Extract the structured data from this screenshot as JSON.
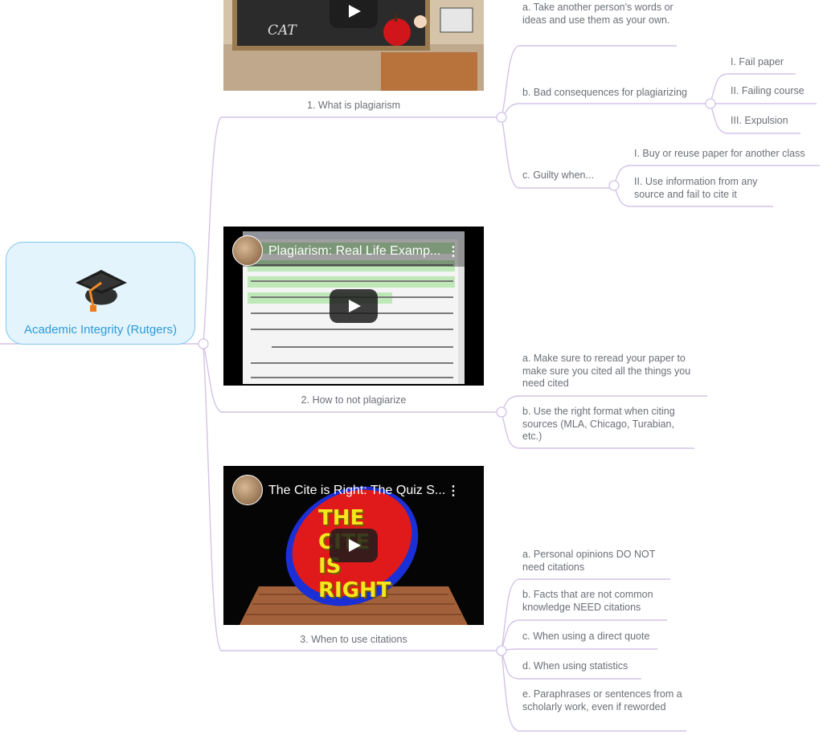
{
  "root": {
    "title": "Academic Integrity (Rutgers)",
    "icon": "graduation-cap-icon"
  },
  "videos": [
    {
      "title": "",
      "chalk_text": "CAT",
      "caption": "1. What is plagiarism"
    },
    {
      "title": "Plagiarism: Real Life Examp...",
      "caption": "2. How to not plagiarize"
    },
    {
      "title": "The Cite is Right: The Quiz S...",
      "art_text": [
        "THE",
        "CITE",
        "IS",
        "RIGHT"
      ],
      "caption": "3. When to use citations"
    }
  ],
  "branches": {
    "b1": {
      "a": "a. Take another person's words or ideas and use them as your own.",
      "b": "b. Bad consequences for plagiarizing",
      "b_children": [
        "I. Fail paper",
        "II. Failing course",
        "III. Expulsion"
      ],
      "c": "c. Guilty when...",
      "c_children": [
        "I. Buy or reuse paper for another class",
        "II. Use information from any source and fail to cite it"
      ]
    },
    "b2": {
      "a": "a. Make sure to reread your paper to make sure you cited all the things you need cited",
      "b": "b. Use the right format when citing sources (MLA, Chicago, Turabian, etc.)"
    },
    "b3": {
      "items": [
        "a. Personal opinions DO NOT need citations",
        "b. Facts that are not common knowledge NEED citations",
        "c. When using a direct quote",
        "d. When using statistics",
        "e. Paraphrases or sentences from a scholarly work, even if reworded"
      ]
    }
  },
  "colors": {
    "line": "#d4c3e6",
    "root_fill": "#e3f4fd",
    "root_border": "#7ec7ee",
    "root_text": "#2f9ad8"
  }
}
